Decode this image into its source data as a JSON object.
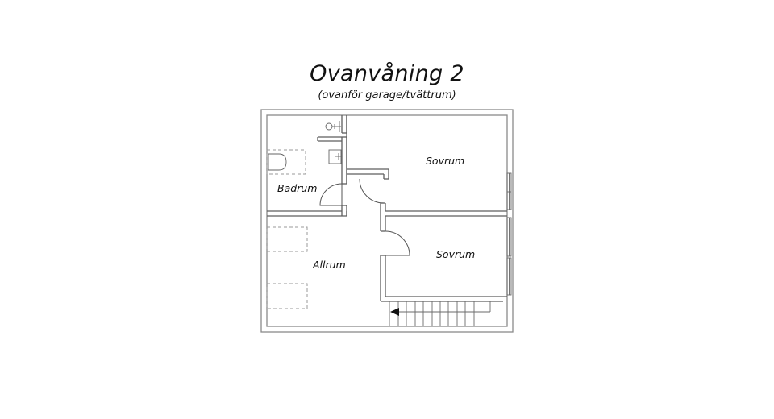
{
  "header": {
    "title": "Ovanvåning 2",
    "subtitle": "(ovanför garage/tvättrum)"
  },
  "rooms": {
    "bathroom": {
      "label": "Badrum"
    },
    "bedroom_upper": {
      "label": "Sovrum"
    },
    "bedroom_lower": {
      "label": "Sovrum"
    },
    "family_room": {
      "label": "Allrum"
    }
  },
  "symbols": {
    "stair_arrow": "arrow-left-icon",
    "shower": "shower-icon",
    "sink": "sink-icon",
    "toilet": "toilet-icon",
    "door_swing": "door-swing-icon",
    "window": "window-icon"
  },
  "colors": {
    "wall": "#8a8a8a",
    "text": "#111111",
    "background": "#ffffff"
  }
}
